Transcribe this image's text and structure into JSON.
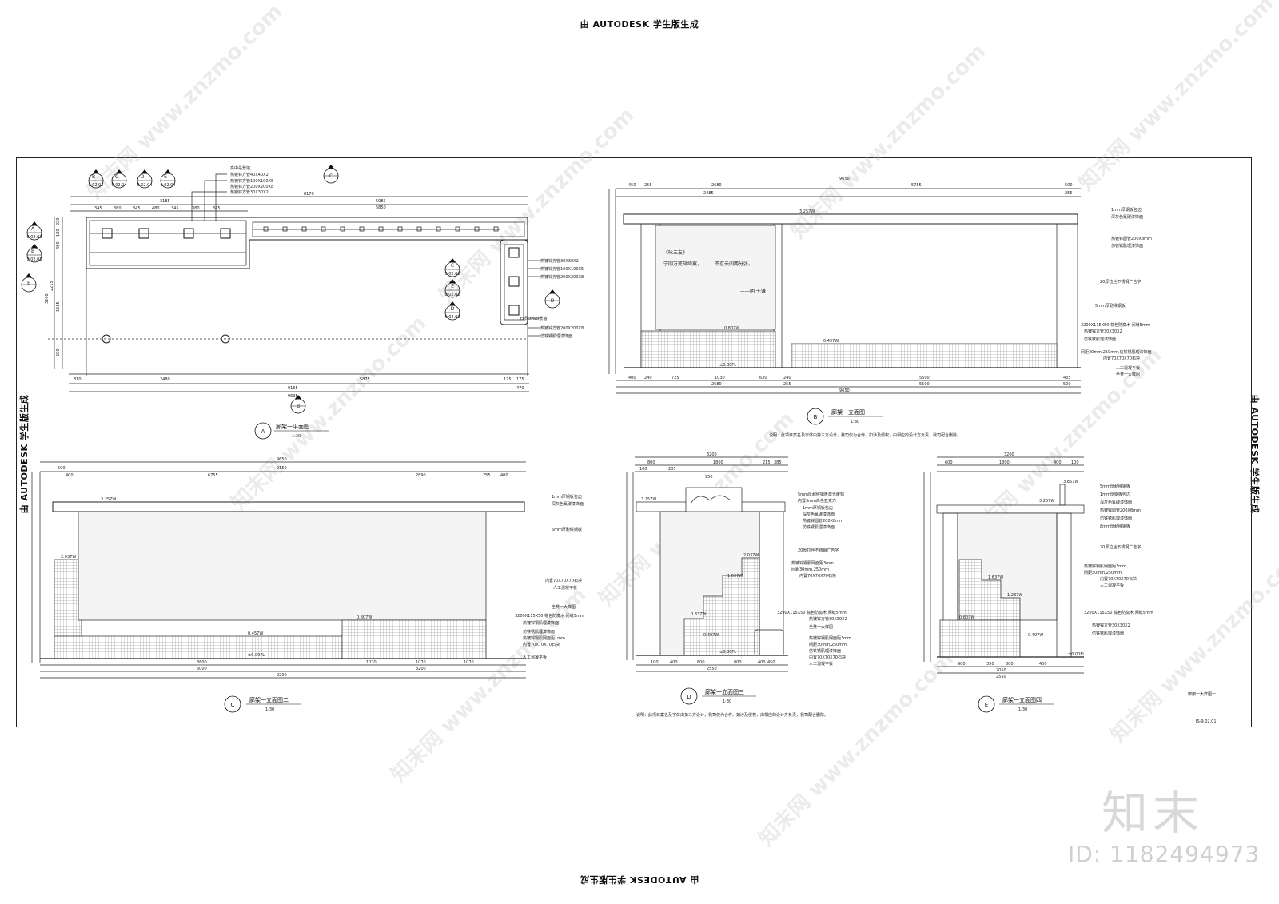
{
  "stamps": {
    "top": "由 AUTODESK 学生版生成",
    "bottom": "由 AUTODESK 学生版生成",
    "left": "由 AUTODESK 学生版生成",
    "right": "由 AUTODESK 学生版生成"
  },
  "watermark": {
    "text": "www.znzmo.com",
    "text_cn": "知末网",
    "brand": "知末",
    "id": "ID: 1182494973"
  },
  "plan_a": {
    "marker": "A",
    "title": "廊架一平面图",
    "scale": "1:30",
    "callouts": [
      {
        "letter": "B",
        "ref": "9.02.04"
      },
      {
        "letter": "C",
        "ref": "9.02.04"
      },
      {
        "letter": "D",
        "ref": "9.02.04"
      },
      {
        "letter": "E",
        "ref": "9.02.04"
      }
    ],
    "top_callout": "C",
    "left_callouts": [
      {
        "letter": "A",
        "ref": "9.02.02"
      },
      {
        "letter": "B",
        "ref": "9.02.02"
      },
      {
        "letter": "E",
        "ref": ""
      }
    ],
    "right_callouts": [
      {
        "letter": "C",
        "ref": "9.02.02"
      },
      {
        "letter": "E",
        "ref": "9.02.02"
      },
      {
        "letter": "D",
        "ref": "9.02.02"
      }
    ],
    "bottom_callout": "B",
    "top_dims": [
      "3185",
      "5985",
      "8170",
      "5850"
    ],
    "sub_dims": [
      "345",
      "380",
      "345",
      "480",
      "345",
      "380",
      "345"
    ],
    "bottom_dims": [
      "810",
      "2480",
      "5875",
      "175",
      "175",
      "470",
      "9165",
      "9635"
    ],
    "left_dims": [
      "3200",
      "1585",
      "600",
      "2215",
      "480",
      "180",
      "220"
    ],
    "notes_top": [
      "高中是景墙",
      "热镀锌方管40X40X2",
      "热镀锌方管100X100X5",
      "热镀锌方管200X200X8",
      "热镀锌方管30X30X2"
    ],
    "notes_right": [
      "热镀锌方管30X30X2",
      "热镀锌方管100X100X5",
      "热镀锌方管200X200X8",
      "石质LOGO景墙",
      "热镀锌方管200X200X8",
      "仿铁锈肌理漆饰面"
    ]
  },
  "elev_b": {
    "marker": "B",
    "title": "廊架一立面图一",
    "scale": "1:30",
    "note": "说明：此项目案名及字体由第三方设计，我司仅为合作。如涉及侵权，由相应的设计方负责，我司配合删除。",
    "top_dims": [
      "9650",
      "5755",
      "2680",
      "450",
      "255",
      "2485",
      "500",
      "255"
    ],
    "bottom_dims": [
      "400",
      "240",
      "725",
      "1030",
      "630",
      "240",
      "5500",
      "435",
      "9650",
      "2680",
      "255",
      "5500",
      "500"
    ],
    "levels": [
      "3.257W",
      "0.807W",
      "0.457W",
      "±0.00FL"
    ],
    "labels": [
      "1mm厚钢板包边",
      "深灰色氟碳漆饰面",
      "热镀锌圆管200X8mm",
      "仿铁锈肌理漆饰面",
      "20厚拉丝不锈钢广告字",
      "5mm厚耐候钢板",
      "3200X115X50 棕色防腐木 间缝5mm",
      "热镀锌方管30X30X2",
      "仿铁锈肌理漆饰面",
      "间距30mm,250mm,仿铁锈肌理漆饰面",
      "内置70X70X70石块",
      "人工混凝平板",
      "坐凳一大样图"
    ],
    "poem": [
      "《咏三友》",
      "宁同万死碎绮翼，",
      "不忍云间两分张。",
      "——明·于谦"
    ]
  },
  "elev_c": {
    "marker": "C",
    "title": "廊架一立面图二",
    "scale": "1:30",
    "top_dims": [
      "9650",
      "9150",
      "6755",
      "2890",
      "500",
      "400",
      "255",
      "400"
    ],
    "bottom_dims": [
      "3800",
      "6000",
      "1070",
      "1070",
      "1070",
      "3200",
      "9200"
    ],
    "levels": [
      "3.257W",
      "2.037W",
      "0.807W",
      "0.457W",
      "±0.00FL"
    ],
    "labels": [
      "1mm厚钢板包边",
      "深灰色氟碳漆饰面",
      "5mm厚耐候钢板",
      "内置70X70X70石块",
      "人工混凝平板",
      "坐凳一大样图",
      "3200X115X50 棕色防腐木 间缝5mm",
      "热镀锌钢肌理漆饰面",
      "仿铁锈肌理漆饰面",
      "热镀锌钢肌网面距1mm",
      "内置70X70X70石块",
      "人工混凝平板"
    ]
  },
  "elev_d": {
    "marker": "D",
    "title": "廊架一立面图三",
    "scale": "1:30",
    "note": "说明：此项目案名及字体由第三方设计，我司仅为合作。如涉及侵权，由相应的设计方负责，我司配合删除。",
    "top_dims": [
      "3200",
      "1800",
      "950",
      "800",
      "215",
      "385",
      "100",
      "285"
    ],
    "bottom_dims": [
      "100",
      "400",
      "800",
      "800",
      "400",
      "450",
      "2550"
    ],
    "levels": [
      "3.257W",
      "2.037W",
      "1.637W",
      "0.837W",
      "0.407W",
      "±0.00FL"
    ],
    "labels": [
      "5mm厚耐候钢板激光雕刻",
      "内置3mm白色亚克力",
      "1mm厚钢板包边",
      "深灰色氟碳漆饰面",
      "热镀锌圆管200X8mm",
      "仿铁锈肌理漆饰面",
      "20厚拉丝不锈钢广告字",
      "热镀锌钢肌网面距3mm",
      "间距30mm,250mm",
      "内置70X70X70石块",
      "3200X115X50 棕色防腐木 间缝5mm",
      "热镀锌方管30X30X2",
      "坐凳一大样图",
      "热镀锌钢肌网面距3mm",
      "间距30mm,250mm",
      "仿铁锈肌理漆饰面",
      "内置70X70X70石块",
      "人工混凝平板"
    ]
  },
  "elev_e": {
    "marker": "E",
    "title": "廊架一立面图四",
    "scale": "1:30",
    "top_dims": [
      "3200",
      "1800",
      "600",
      "400",
      "100"
    ],
    "bottom_dims": [
      "900",
      "350",
      "800",
      "400",
      "2050",
      "2550"
    ],
    "levels": [
      "3.857W",
      "3.257W",
      "1.637W",
      "1.237W",
      "0.807W",
      "0.407W",
      "±0.00FL"
    ],
    "labels": [
      "5mm厚耐候钢板",
      "1mm厚钢板包边",
      "深灰色氟碳漆饰面",
      "热镀锌圆管200X8mm",
      "仿铁锈肌理漆饰面",
      "8mm厚耐候钢板",
      "20厚拉丝不锈钢广告字",
      "热镀锌钢肌网面距3mm",
      "间距30mm,250mm",
      "内置70X70X70石块",
      "人工混凝平板",
      "3200X115X50 棕色防腐木 间缝5mm",
      "热镀锌方管30X30X2",
      "仿铁锈肌理漆饰面"
    ]
  },
  "title_block": {
    "sheet_title": "廊架一大样图一",
    "sheet_no": "JS-9.02.01"
  }
}
